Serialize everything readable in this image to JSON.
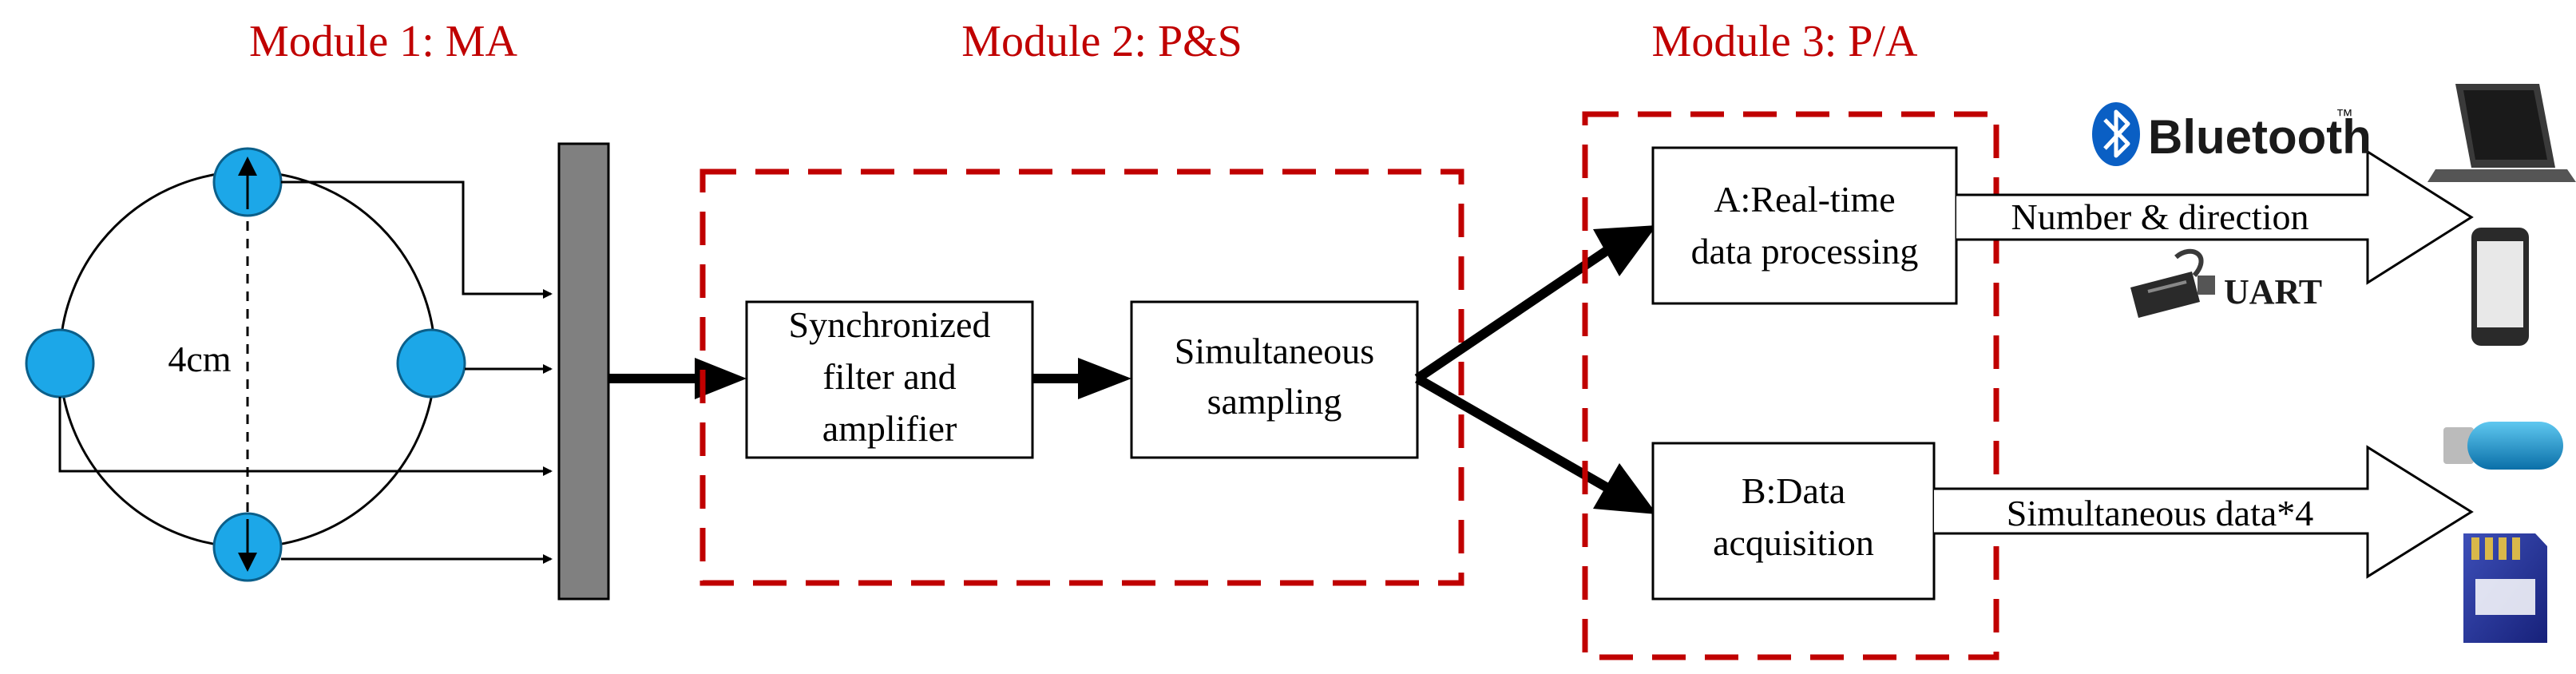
{
  "modules": {
    "m1_title": "Module 1: MA",
    "m2_title": "Module 2: P&S",
    "m3_title": "Module 3: P/A"
  },
  "mic_array": {
    "spacing_label": "4cm"
  },
  "ps": {
    "filter_line1": "Synchronized",
    "filter_line2": "filter and",
    "filter_line3": "amplifier",
    "sampling_line1": "Simultaneous",
    "sampling_line2": "sampling"
  },
  "pa": {
    "realtime_line1": "A:Real-time",
    "realtime_line2": "data processing",
    "acq_line1": "B:Data",
    "acq_line2": "acquisition"
  },
  "outputs": {
    "upper_label": "Number & direction",
    "lower_label": "Simultaneous data*4",
    "bluetooth_label": "Bluetooth",
    "bluetooth_tm": "™",
    "uart_label": "UART"
  },
  "colors": {
    "module_red": "#c00000",
    "mic_blue": "#1ca7e8",
    "bar_gray": "#808080"
  },
  "icons": [
    "bluetooth-icon",
    "uart-cable-icon",
    "laptop-icon",
    "phone-icon",
    "usb-drive-icon",
    "sd-card-icon"
  ]
}
